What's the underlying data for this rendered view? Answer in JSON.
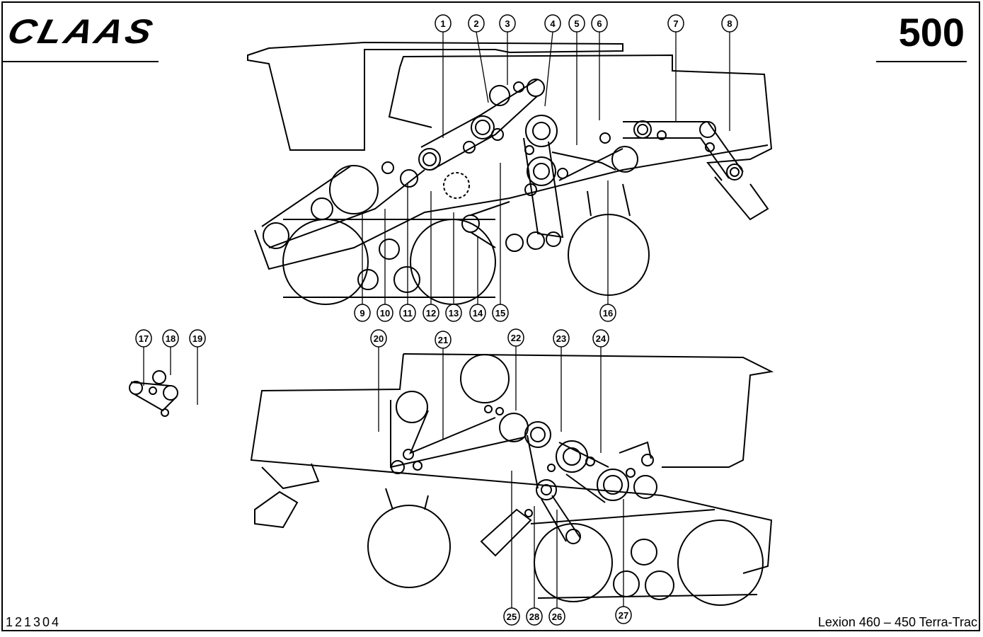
{
  "header": {
    "brand": "CLAAS",
    "page_number": "500"
  },
  "footer": {
    "document_id": "121304",
    "model_caption": "Lexion 460 – 450 Terra-Trac"
  },
  "callouts": [
    "1",
    "2",
    "3",
    "4",
    "5",
    "6",
    "7",
    "8",
    "9",
    "10",
    "11",
    "12",
    "13",
    "14",
    "15",
    "16",
    "17",
    "18",
    "19",
    "20",
    "21",
    "22",
    "23",
    "24",
    "25",
    "26",
    "27",
    "28"
  ]
}
